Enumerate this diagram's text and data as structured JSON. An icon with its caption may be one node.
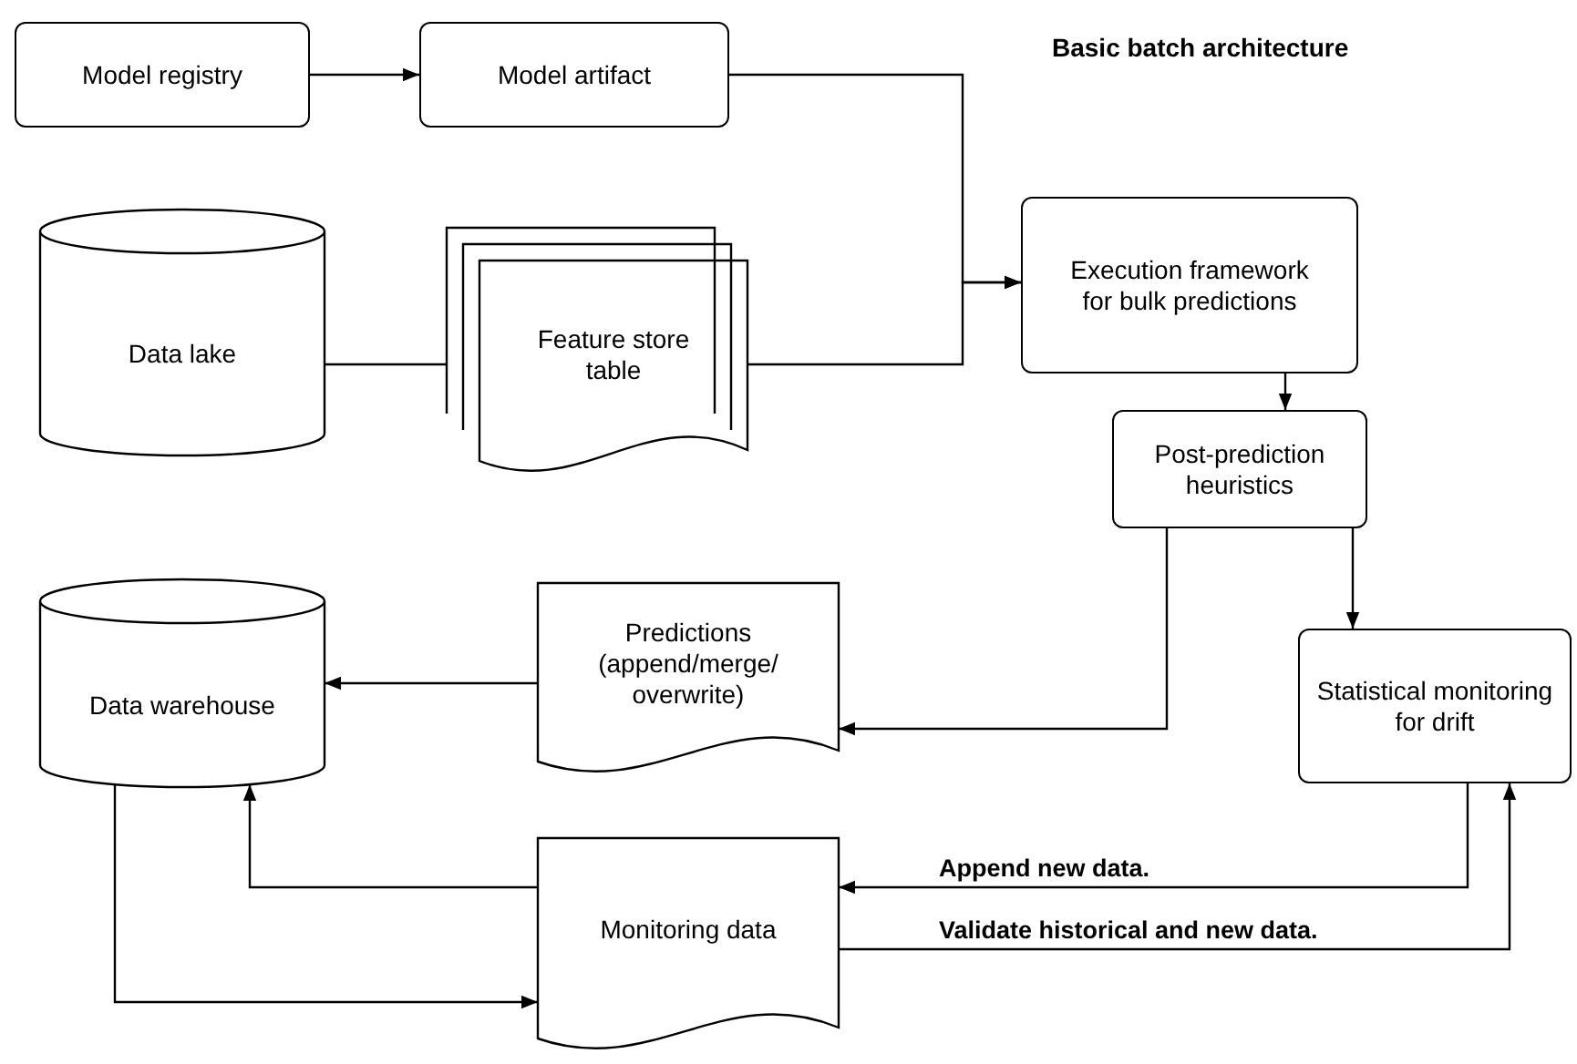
{
  "diagram": {
    "title": "Basic batch architecture",
    "nodes": [
      {
        "text": [
          "Model registry"
        ]
      },
      {
        "text": [
          "Model artifact"
        ]
      },
      {
        "text": [
          "Data lake"
        ]
      },
      {
        "text": [
          "Feature store table"
        ]
      },
      {
        "text": [
          "Execution framework for bulk predictions"
        ]
      },
      {
        "text": [
          "Post-prediction heuristics"
        ]
      },
      {
        "text": [
          "Predictions (append/merge/ overwrite)"
        ]
      },
      {
        "text": [
          "Data warehouse"
        ]
      },
      {
        "text": [
          "Statistical monitoring for drift"
        ]
      },
      {
        "text": [
          "Monitoring data"
        ]
      }
    ],
    "edges": [
      {
        "from": 0,
        "to": 1,
        "arrow": "to"
      },
      {
        "from": 2,
        "to": 3,
        "arrow": "to"
      },
      {
        "from": 1,
        "to": 4,
        "arrow": "to"
      },
      {
        "from": 3,
        "to": 4,
        "arrow": "to"
      },
      {
        "from": 4,
        "to": 5,
        "arrow": "to"
      },
      {
        "from": 5,
        "to": 6,
        "arrow": "to"
      },
      {
        "from": 5,
        "to": 8,
        "arrow": "to"
      },
      {
        "from": 6,
        "to": 7,
        "arrow": "to"
      },
      {
        "from": 8,
        "to": 9,
        "label": "Append new data.",
        "arrow": "to"
      },
      {
        "from": 9,
        "to": 8,
        "label": "Validate historical and new data.",
        "arrow": "to"
      },
      {
        "from": 9,
        "to": 7,
        "arrow": "to"
      },
      {
        "from": 7,
        "to": 9,
        "arrow": "to"
      }
    ]
  }
}
